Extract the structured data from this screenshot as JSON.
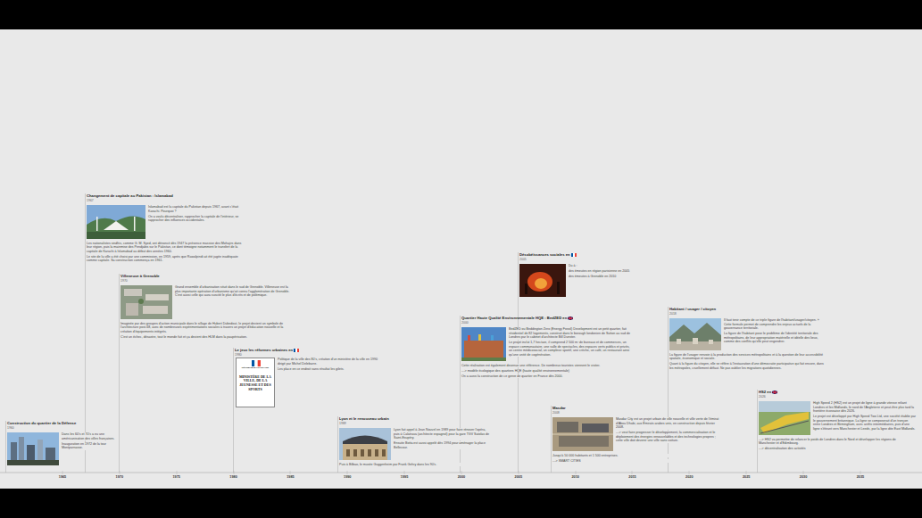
{
  "diagram": {
    "nodes": [
      {
        "text": [
          "Construction du quartier de la Défense",
          "1960",
          "Dans les 60's et 70's a eu une américanisation des villes françaises.",
          "Inauguration en 1972 de la tour Montparnasse."
        ]
      },
      {
        "text": [
          "Changement de capitale au Pakistan : Islamabad",
          "1967",
          "Islamabad est la capitale du Pakistan depuis 1967, avant c'était Karachi. Pourquoi ?",
          "On a voulu décentraliser, rapprocher la capitale de l'intérieur, se rapprocher des influences occidentales.",
          "Les nationalistes sindhis, comme G. M. Syed, ont dénoncé dès 1947 la présence massive des Mohajirs dans leur région, puis la mainmise des Pendjabis sur le Pakistan, ce dont témoigne notamment le transfert de la capitale de Karachi à Islamabad au début des années 1960.",
          "Le site de la ville a été choisi par une commission, en 1959, après que Rawalpindi ait été jugée inadéquate comme capitale. Sa construction commença en 1961."
        ]
      },
      {
        "text": [
          "Villeneuve à Grenoble",
          "1970",
          "Grand ensemble d'urbanisation situé dans le sud de Grenoble. Villeneuve est la plus importante opération d'urbanisme qu'ait connu l'agglomération de Grenoble. C'est aussi celle qui aura suscité le plus d'écrits et de polémique.",
          "Imaginée par des groupes d'action municipale dans le sillage de Hubert Dubedout, le projet devient un symbole de l'architecture post-68, avec de nombreuses expérimentations sociales à travers un projet d'éducation nouvelle et la création d'équipements intégrés.",
          "C'est un échec, désastre, tout le monde fuit et ça devient des HLM dans la paupérisation."
        ]
      },
      {
        "text": [
          "Le jeux les réformes urbaines en",
          "1980",
          "Politique de la ville des 80's, création d'un ministère de la ville en 1990 dirigé par Michel Delebarre.",
          "Les place en ce endroit sans résultat les gilets."
        ]
      },
      {
        "text": [
          "RÉPUBLIQUE FRANÇAISE",
          "MINISTÈRE DE LA VILLE, DE LA JEUNESSE ET DES SPORTS"
        ],
        "in": 3
      },
      {
        "text": [
          "Lyon et le renouveau urbain",
          "1989",
          "Lyon fait appel à Jean Nouvel en 1989 pour faire rénover l'opéra, puis à Calatrava (architecte espagnol) pour la gare TGV Satolas de Saint-Exupéry.",
          "Ensuite Botta est aussi appelé dès 1994 pour aménager la place Bellecour.",
          "Puis à Bilbao, le musée Guggenheim par Frank Gehry dans les 90's."
        ]
      },
      {
        "text": [
          "Quartier Haute Qualité Environnementale HQE : BedZED en",
          "2000",
          "BedZED ou Beddington Zero (Energy Fossil) Development est un petit quartier, fait résidentiel de 82 logements, construit dans le borough londonien de Sutton au sud de Londres par le cabinet d'architecte Bill Dunster.",
          "Le projet inclut 1,7 hectare, il comprend 2 500 m² de bureaux et de commerces, un espace communautaire, une salle de spectacles, des espaces verts publics et privés, un centre médicosocial, un complexe sportif, une crèche, un café, un restaurant ainsi qu'une unité de cogénération.",
          "Cette réalisation est également devenue une référence. De nombreux touristes viennent le visiter.",
          "---> modèle écologique des quartiers HQE (haute qualité environnementale)",
          "On a aussi la construction de ce genre de quartier en France dès 2000."
        ]
      },
      {
        "text": [
          "Désobéissances sociales en",
          "2005",
          "Du à :",
          "des émeutes en région parisienne en 2005",
          "des émeutes à Grenoble en 2010"
        ]
      },
      {
        "text": [
          "Masdar",
          "2008",
          "Masdar City est un projet urbain de ville nouvelle et ville verte de l'émirat d'Abou Dhabi, aux Émirats arabes unis, en construction depuis février 2008.",
          "---> veut faire progresser le développement, la commercialisation et le déploiement des énergies renouvelables et des technologies propres ; cette ville doit devenir une ville sans voiture.",
          "Jusqu'à 50 000 habitants et 1 500 entreprises.",
          "---> SMART CITIES"
        ]
      },
      {
        "text": [
          "Habitant / usager / citoyen",
          "2018",
          "Il faut tenir compte de ce triple figure de l'habitant/usager/citoyen. » Cette formule permet de comprendre les enjeux actuels de la gouvernance territoriale.",
          "La figure de l'habitant pose le problème de l'identité territoriale des métropolitains, de leur appropriation matérielle et idéelle des lieux, comme des conflits qu'elle peut engendrer.",
          "La figure de l'usager renvoie à la production des services métropolitains et à la question de leur accessibilité spatiale, économique et sociale.",
          "Quant à la figure du citoyen, elle se réfère à l'instauration d'une démocratie participative qui fait encore, dans les métropoles, cruellement défaut. Ne pas oublier les migrations quotidiennes."
        ]
      },
      {
        "text": [
          "HS2 en",
          "2026",
          "High Speed 2 (HS2) est un projet de ligne à grande vitesse reliant Londres et les Midlands, le nord de l'Angleterre et peut-être plus tard la frontière écossaise dès 2026.",
          "Le projet est développé par High Speed Two Ltd, une société établie par le gouvernement britannique. La ligne se composerait d'un tronçon entre Londres et Birmingham, avec arrêts intermédiaires, puis d'une ligne s'étirant vers Manchester et Leeds, par la ligne dite East Midlands.",
          "---> HS2 va permettre de relancer le poids de Londres dans le Nord et développer les régions de Manchester et d'Edimbourg.",
          "---> décentralisation des activités"
        ]
      }
    ],
    "labels": [
      "1965",
      "1970",
      "1975",
      "1980",
      "1985",
      "1990",
      "1995",
      "2000",
      "2005",
      "2010",
      "2015",
      "2020",
      "2025",
      "2030",
      "2035"
    ]
  }
}
